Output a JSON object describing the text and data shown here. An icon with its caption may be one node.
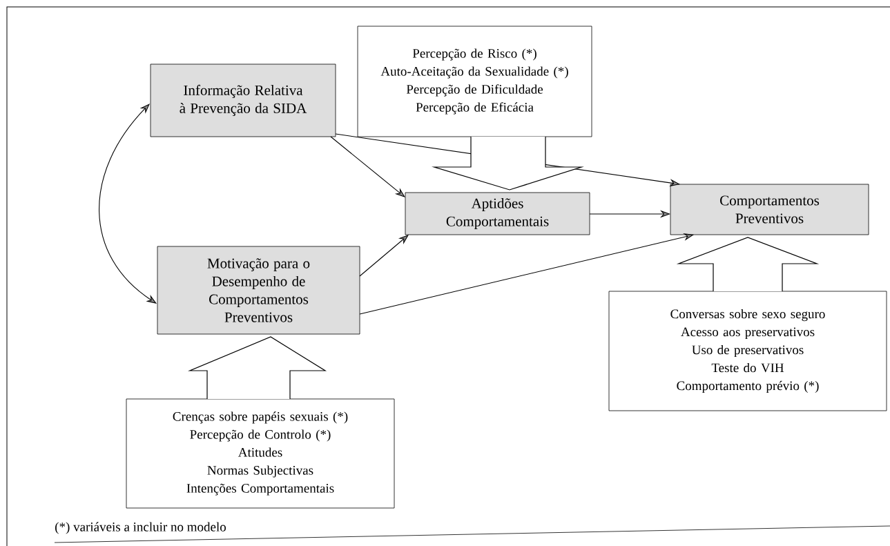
{
  "diagram": {
    "nodes": [
      {
        "text": [
          "Informação Relativa à Prevenção da SIDA"
        ]
      },
      {
        "text": [
          "Percepção de Risco (*)",
          "Auto-Aceitação da Sexualidade (*)",
          "Percepção de Dificuldade",
          "Percepção de Eficácia"
        ]
      },
      {
        "text": [
          "Aptidões Comportamentais"
        ]
      },
      {
        "text": [
          "Comportamentos Preventivos"
        ]
      },
      {
        "text": [
          "Motivação para o Desempenho de Comportamentos Preventivos"
        ]
      },
      {
        "text": [
          "Crenças sobre papéis sexuais (*)",
          "Percepção de Controlo (*)",
          "Atitudes",
          "Normas Subjectivas",
          "Intenções Comportamentais"
        ]
      },
      {
        "text": [
          "Conversas sobre sexo seguro",
          "Acesso aos preservativos",
          "Uso de preservativos",
          "Teste do VIH",
          "Comportamento prévio (*)"
        ]
      }
    ],
    "edges": [
      {
        "from": 0,
        "to": 2,
        "arrow": "to"
      },
      {
        "from": 0,
        "to": 3,
        "arrow": "to"
      },
      {
        "from": 2,
        "to": 3,
        "arrow": "to"
      },
      {
        "from": 4,
        "to": 2,
        "arrow": "to"
      },
      {
        "from": 4,
        "to": 3,
        "arrow": "to"
      },
      {
        "from": 0,
        "to": 4,
        "arrow": "both"
      },
      {
        "from": 1,
        "to": 2,
        "arrow": "to",
        "style": "thick"
      },
      {
        "from": 5,
        "to": 4,
        "arrow": "to",
        "style": "thick"
      },
      {
        "from": 6,
        "to": 3,
        "arrow": "to",
        "style": "thick"
      }
    ],
    "labels": [
      "(*) variáveis a incluir no modelo"
    ]
  }
}
